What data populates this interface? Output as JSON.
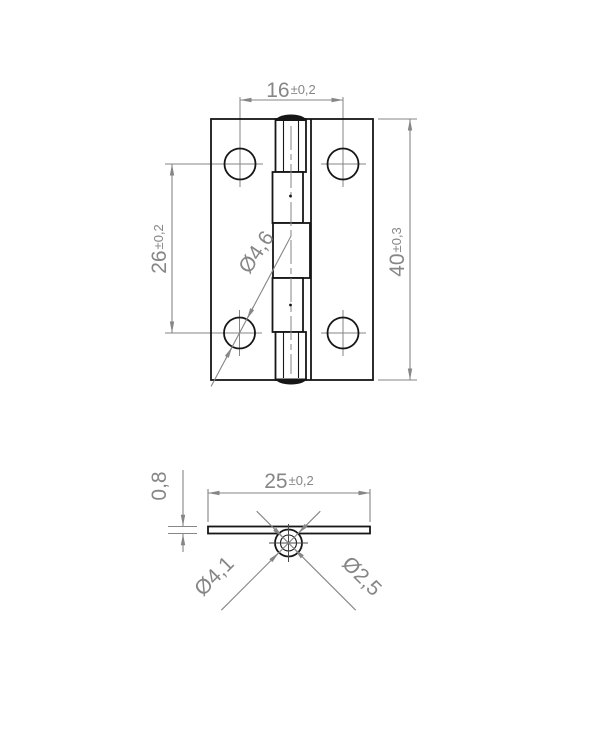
{
  "colors": {
    "outline": "#161616",
    "dimension": "#868686",
    "background": "#ffffff"
  },
  "front_view": {
    "dim_width": {
      "value": "16",
      "tol": "±0,2"
    },
    "dim_hole_spacing": {
      "value": "26",
      "tol": "±0,2"
    },
    "dim_height": {
      "value": "40",
      "tol": "±0,3"
    },
    "dim_hole_dia": {
      "value": "Ø4,6"
    }
  },
  "side_view": {
    "dim_width": {
      "value": "25",
      "tol": "±0,2"
    },
    "dim_thickness": {
      "value": "0,8"
    },
    "dim_barrel_dia": {
      "value": "Ø4,1"
    },
    "dim_pin_dia": {
      "value": "Ø2,5"
    }
  }
}
